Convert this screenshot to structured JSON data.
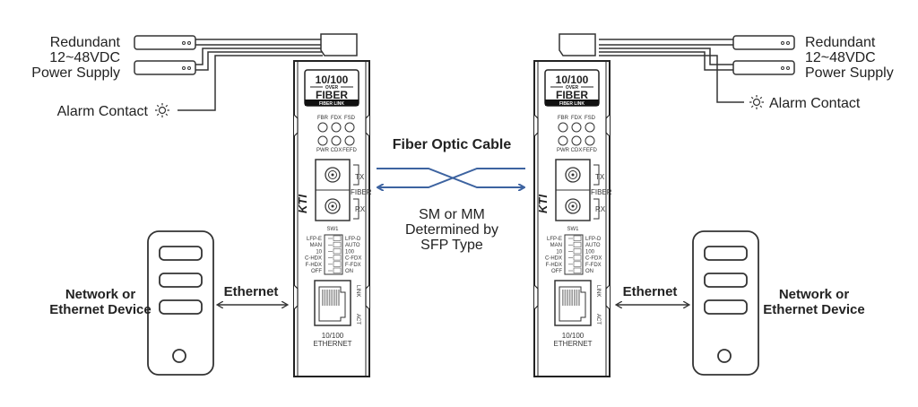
{
  "left": {
    "power_label": [
      "Redundant",
      "12~48VDC",
      "Power Supply"
    ],
    "alarm_label": "Alarm Contact",
    "ethernet_label": "Ethernet",
    "device_label": [
      "Network or",
      "Ethernet Device"
    ]
  },
  "right": {
    "power_label": [
      "Redundant",
      "12~48VDC",
      "Power Supply"
    ],
    "alarm_label": "Alarm Contact",
    "ethernet_label": "Ethernet",
    "device_label": [
      "Network or",
      "Ethernet Device"
    ]
  },
  "fiber": {
    "title": "Fiber Optic Cable",
    "note": [
      "SM or MM",
      "Determined by",
      "SFP Type"
    ],
    "color": "#3d63a0"
  },
  "converter": {
    "badge_top": "10/100",
    "badge_over": "OVER",
    "badge_main": "FIBER",
    "badge_bar": "FIBER LINK",
    "leds_top": [
      "FBR",
      "FDX",
      "FSD"
    ],
    "leds_bottom": [
      "PWR",
      "CDX",
      "FEFD"
    ],
    "tx": "TX",
    "fiber": "FIBER",
    "rx": "RX",
    "sw_label": "SW1",
    "dip_left": [
      "LFP-E",
      "MAN",
      "10",
      "C-HDX",
      "F-HDX",
      "OFF"
    ],
    "dip_right": [
      "LFP-D",
      "AUTO",
      "100",
      "C-FDX",
      "F-FDX",
      "ON"
    ],
    "link": "LINK",
    "act": "ACT",
    "port_line1": "10/100",
    "port_line2": "ETHERNET",
    "logo": "KTI"
  }
}
